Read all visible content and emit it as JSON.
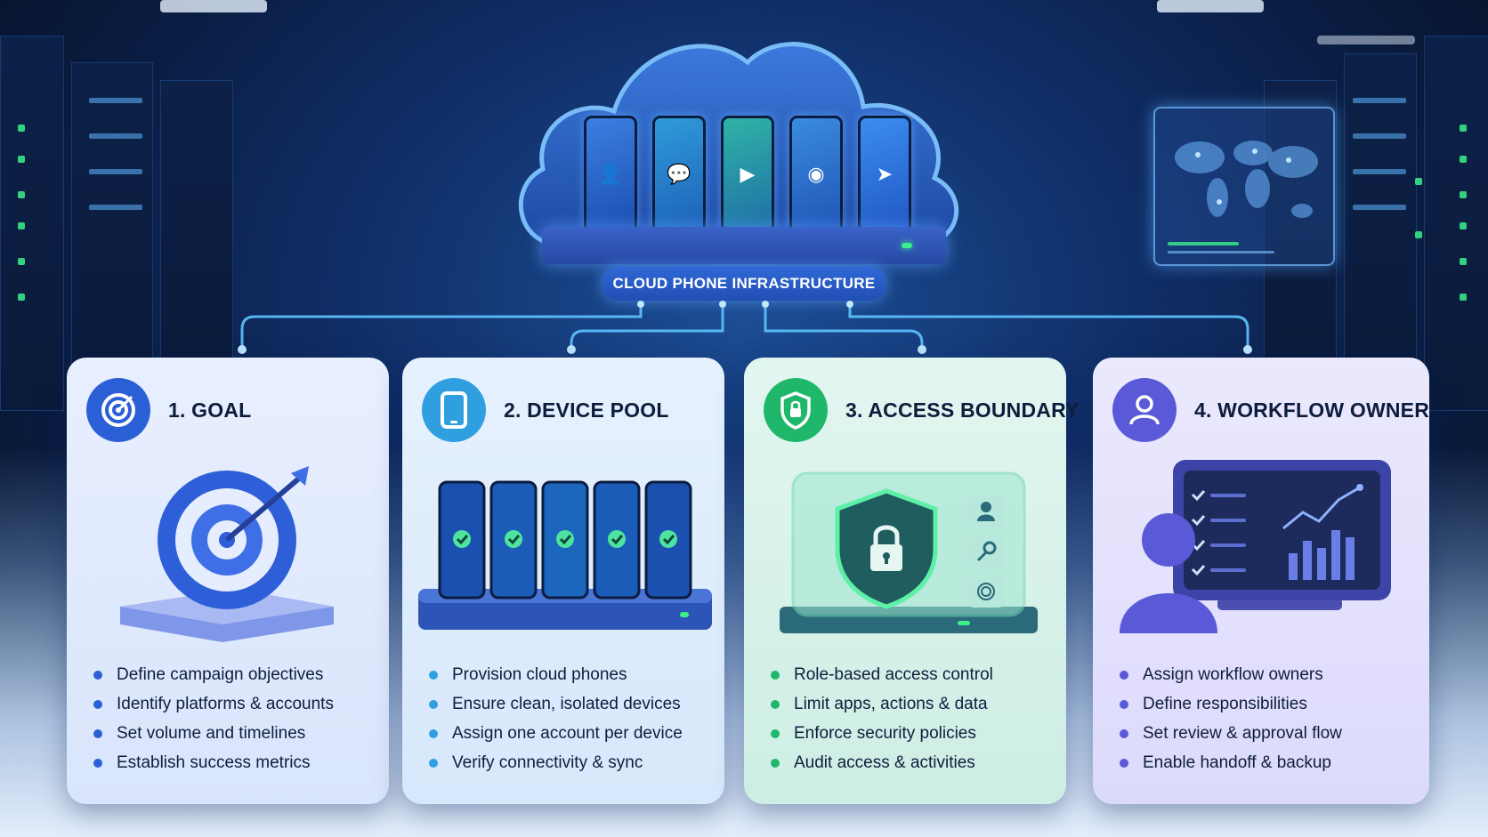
{
  "cloud": {
    "label": "CLOUD PHONE INFRASTRUCTURE",
    "phone_icons": [
      "user-icon",
      "chat-icon",
      "play-icon",
      "camera-icon",
      "send-icon"
    ]
  },
  "colors": {
    "goal": "#2a5fd6",
    "device_pool": "#2f9fe0",
    "access_boundary": "#1fb86a",
    "workflow_owner": "#5a5ad8"
  },
  "cards": [
    {
      "title": "1. GOAL",
      "icon": "target-icon",
      "items": [
        "Define campaign objectives",
        "Identify platforms & accounts",
        "Set volume and timelines",
        "Establish success metrics"
      ]
    },
    {
      "title": "2. DEVICE POOL",
      "icon": "tablet-icon",
      "items": [
        "Provision cloud phones",
        "Ensure clean, isolated devices",
        "Assign one account per device",
        "Verify connectivity & sync"
      ]
    },
    {
      "title": "3. ACCESS BOUNDARY",
      "icon": "shield-lock-icon",
      "items": [
        "Role-based access control",
        "Limit apps, actions & data",
        "Enforce security policies",
        "Audit access & activities"
      ]
    },
    {
      "title": "4. WORKFLOW OWNER",
      "icon": "user-icon",
      "items": [
        "Assign workflow owners",
        "Define responsibilities",
        "Set review & approval flow",
        "Enable handoff & backup"
      ]
    }
  ]
}
